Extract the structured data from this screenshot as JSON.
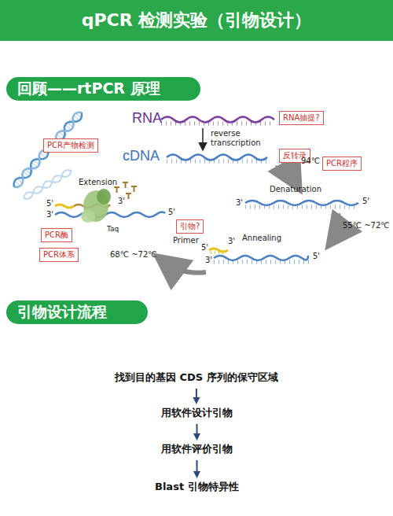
{
  "diagram": {
    "title": "qPCR 检测实验（引物设计）",
    "nodes": [
      {
        "text": [
          "回顾——rtPCR 原理"
        ]
      },
      {
        "text": [
          "RNA抽提?"
        ]
      },
      {
        "text": [
          "反转录"
        ]
      },
      {
        "text": [
          "PCR程序"
        ]
      },
      {
        "text": [
          "PCR产物检测"
        ]
      },
      {
        "text": [
          "引物?"
        ]
      },
      {
        "text": [
          "PCR酶"
        ]
      },
      {
        "text": [
          "PCR体系"
        ]
      },
      {
        "text": [
          "引物设计流程"
        ]
      },
      {
        "text": [
          "找到目的基因 CDS 序列的保守区域"
        ]
      },
      {
        "text": [
          "用软件设计引物"
        ]
      },
      {
        "text": [
          "用软件评价引物"
        ]
      },
      {
        "text": [
          "Blast 引物特异性"
        ]
      }
    ],
    "edges": [
      {
        "from": 9,
        "to": 10,
        "arrow": "to"
      },
      {
        "from": 10,
        "to": 11,
        "arrow": "to"
      },
      {
        "from": 11,
        "to": 12,
        "arrow": "to"
      }
    ],
    "labels": [
      "RNA",
      "cDNA",
      "reverse transcription",
      "94℃",
      "Denaturation",
      "55℃ ~72℃",
      "Annealing",
      "Primer",
      "68℃ ~72℃",
      "Extension",
      "Taq",
      "3'",
      "5'",
      "5'",
      "3'",
      "3'",
      "5'",
      "5'",
      "3'",
      "3'",
      "5'"
    ]
  }
}
